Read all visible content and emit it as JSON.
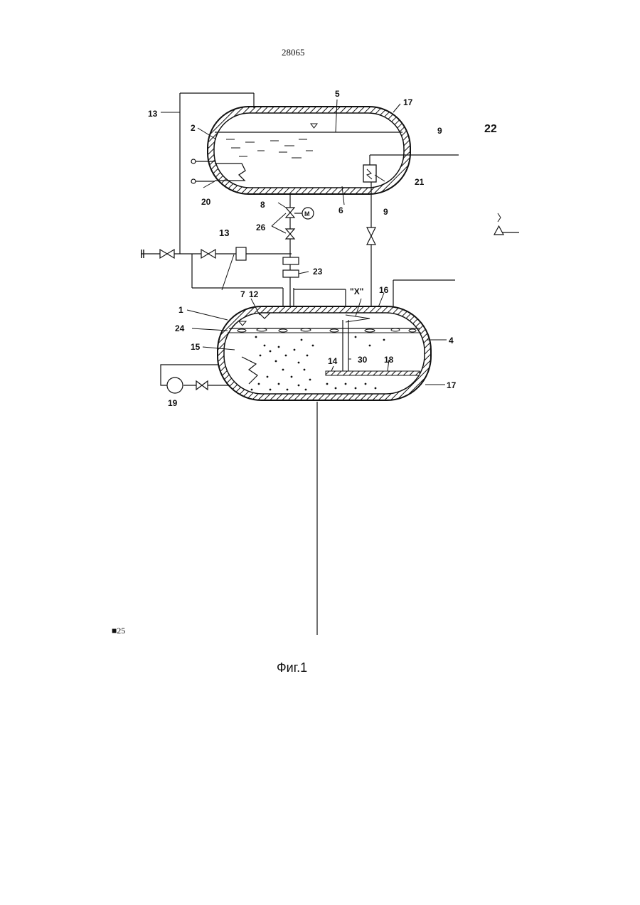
{
  "page": {
    "number": "28065"
  },
  "caption": "Фиг.1",
  "footnote": "■25",
  "labels": {
    "l1": "1",
    "l2": "2",
    "l4": "4",
    "l5": "5",
    "l6": "6",
    "l7": "7",
    "l8": "8",
    "l9a": "9",
    "l9b": "9",
    "l12": "12",
    "l13a": "13",
    "l13b": "13",
    "l14": "14",
    "l15": "15",
    "l16": "16",
    "l17a": "17",
    "l17b": "17",
    "l18": "18",
    "l19": "19",
    "l20": "20",
    "l21": "21",
    "l22": "22",
    "l23": "23",
    "l24": "24",
    "l26": "26",
    "l30": "30",
    "lx": "\"X\"",
    "lm": "M"
  },
  "colors": {
    "ink": "#111111",
    "paper": "#ffffff"
  }
}
